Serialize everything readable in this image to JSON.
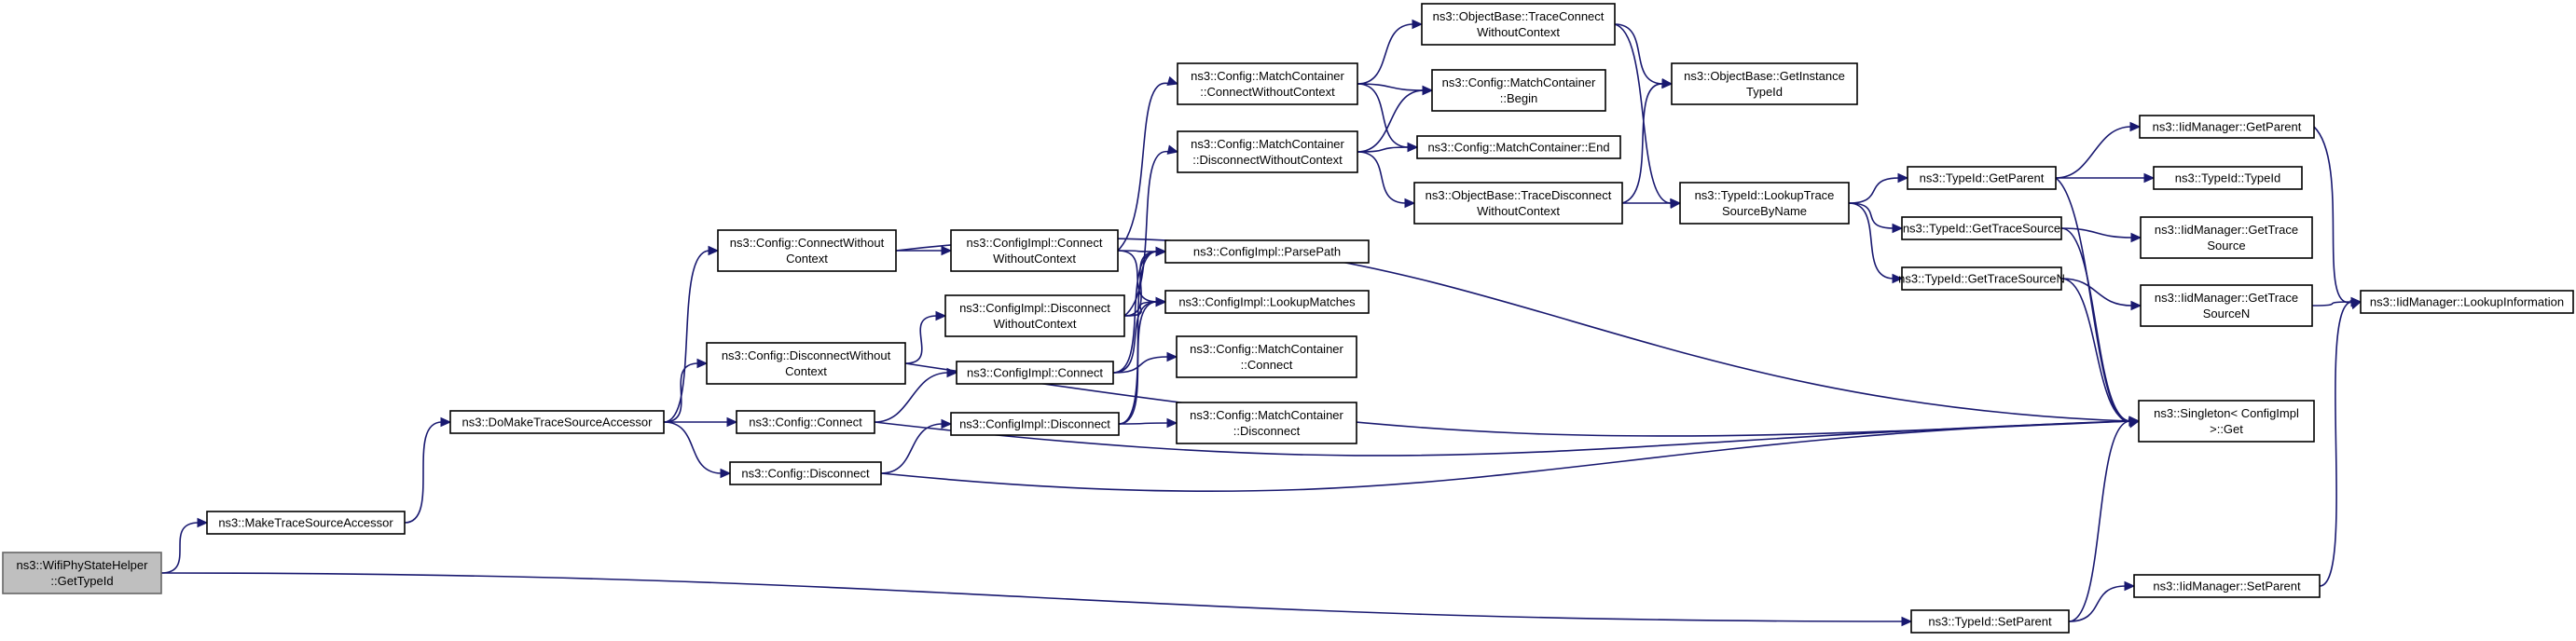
{
  "diagram": {
    "title": "",
    "nodes": [
      {
        "id": "n0",
        "lines": [
          "ns3::WifiPhyStateHelper",
          "::GetTypeId"
        ],
        "root": true
      },
      {
        "id": "n1",
        "lines": [
          "ns3::MakeTraceSourceAccessor"
        ]
      },
      {
        "id": "n2",
        "lines": [
          "ns3::DoMakeTraceSourceAccessor"
        ]
      },
      {
        "id": "n3",
        "lines": [
          "ns3::Config::ConnectWithout",
          "Context"
        ]
      },
      {
        "id": "n4",
        "lines": [
          "ns3::Config::DisconnectWithout",
          "Context"
        ]
      },
      {
        "id": "n5",
        "lines": [
          "ns3::Config::Connect"
        ]
      },
      {
        "id": "n6",
        "lines": [
          "ns3::Config::Disconnect"
        ]
      },
      {
        "id": "n7",
        "lines": [
          "ns3::ConfigImpl::Connect",
          "WithoutContext"
        ]
      },
      {
        "id": "n8",
        "lines": [
          "ns3::ConfigImpl::Disconnect",
          "WithoutContext"
        ]
      },
      {
        "id": "n9",
        "lines": [
          "ns3::ConfigImpl::Connect"
        ]
      },
      {
        "id": "n10",
        "lines": [
          "ns3::ConfigImpl::Disconnect"
        ]
      },
      {
        "id": "n11",
        "lines": [
          "ns3::Config::MatchContainer",
          "::ConnectWithoutContext"
        ]
      },
      {
        "id": "n12",
        "lines": [
          "ns3::Config::MatchContainer",
          "::DisconnectWithoutContext"
        ]
      },
      {
        "id": "n13",
        "lines": [
          "ns3::ConfigImpl::ParsePath"
        ]
      },
      {
        "id": "n14",
        "lines": [
          "ns3::ConfigImpl::LookupMatches"
        ]
      },
      {
        "id": "n15",
        "lines": [
          "ns3::Config::MatchContainer",
          "::Connect"
        ]
      },
      {
        "id": "n16",
        "lines": [
          "ns3::Config::MatchContainer",
          "::Disconnect"
        ]
      },
      {
        "id": "n17",
        "lines": [
          "ns3::ObjectBase::TraceConnect",
          "WithoutContext"
        ]
      },
      {
        "id": "n18",
        "lines": [
          "ns3::Config::MatchContainer",
          "::Begin"
        ]
      },
      {
        "id": "n19",
        "lines": [
          "ns3::Config::MatchContainer::End"
        ]
      },
      {
        "id": "n20",
        "lines": [
          "ns3::ObjectBase::TraceDisconnect",
          "WithoutContext"
        ]
      },
      {
        "id": "n21",
        "lines": [
          "ns3::ObjectBase::GetInstance",
          "TypeId"
        ]
      },
      {
        "id": "n22",
        "lines": [
          "ns3::TypeId::LookupTrace",
          "SourceByName"
        ]
      },
      {
        "id": "n23",
        "lines": [
          "ns3::TypeId::GetParent"
        ]
      },
      {
        "id": "n24",
        "lines": [
          "ns3::TypeId::GetTraceSource"
        ]
      },
      {
        "id": "n25",
        "lines": [
          "ns3::TypeId::GetTraceSourceN"
        ]
      },
      {
        "id": "n26",
        "lines": [
          "ns3::IidManager::GetParent"
        ]
      },
      {
        "id": "n27",
        "lines": [
          "ns3::TypeId::TypeId"
        ]
      },
      {
        "id": "n28",
        "lines": [
          "ns3::IidManager::GetTrace",
          "Source"
        ]
      },
      {
        "id": "n29",
        "lines": [
          "ns3::IidManager::GetTrace",
          "SourceN"
        ]
      },
      {
        "id": "n30",
        "lines": [
          "ns3::Singleton< ConfigImpl",
          " >::Get"
        ]
      },
      {
        "id": "n31",
        "lines": [
          "ns3::IidManager::LookupInformation"
        ]
      },
      {
        "id": "n32",
        "lines": [
          "ns3::TypeId::SetParent"
        ]
      },
      {
        "id": "n33",
        "lines": [
          "ns3::IidManager::SetParent"
        ]
      }
    ],
    "edges": [
      [
        "n0",
        "n1"
      ],
      [
        "n0",
        "n32"
      ],
      [
        "n1",
        "n2"
      ],
      [
        "n2",
        "n3"
      ],
      [
        "n2",
        "n4"
      ],
      [
        "n2",
        "n5"
      ],
      [
        "n2",
        "n6"
      ],
      [
        "n3",
        "n7"
      ],
      [
        "n3",
        "n30"
      ],
      [
        "n4",
        "n8"
      ],
      [
        "n4",
        "n30"
      ],
      [
        "n5",
        "n9"
      ],
      [
        "n5",
        "n30"
      ],
      [
        "n6",
        "n10"
      ],
      [
        "n6",
        "n30"
      ],
      [
        "n7",
        "n11"
      ],
      [
        "n7",
        "n13"
      ],
      [
        "n7",
        "n14"
      ],
      [
        "n8",
        "n12"
      ],
      [
        "n8",
        "n13"
      ],
      [
        "n8",
        "n14"
      ],
      [
        "n9",
        "n13"
      ],
      [
        "n9",
        "n14"
      ],
      [
        "n9",
        "n15"
      ],
      [
        "n10",
        "n13"
      ],
      [
        "n10",
        "n14"
      ],
      [
        "n10",
        "n16"
      ],
      [
        "n11",
        "n17"
      ],
      [
        "n11",
        "n18"
      ],
      [
        "n11",
        "n19"
      ],
      [
        "n12",
        "n18"
      ],
      [
        "n12",
        "n19"
      ],
      [
        "n12",
        "n20"
      ],
      [
        "n17",
        "n21"
      ],
      [
        "n17",
        "n22"
      ],
      [
        "n20",
        "n21"
      ],
      [
        "n20",
        "n22"
      ],
      [
        "n22",
        "n23"
      ],
      [
        "n22",
        "n24"
      ],
      [
        "n22",
        "n25"
      ],
      [
        "n23",
        "n26"
      ],
      [
        "n23",
        "n27"
      ],
      [
        "n23",
        "n30"
      ],
      [
        "n24",
        "n28"
      ],
      [
        "n24",
        "n30"
      ],
      [
        "n25",
        "n29"
      ],
      [
        "n25",
        "n30"
      ],
      [
        "n26",
        "n31"
      ],
      [
        "n29",
        "n31"
      ],
      [
        "n32",
        "n30"
      ],
      [
        "n32",
        "n33"
      ],
      [
        "n33",
        "n31"
      ]
    ]
  }
}
